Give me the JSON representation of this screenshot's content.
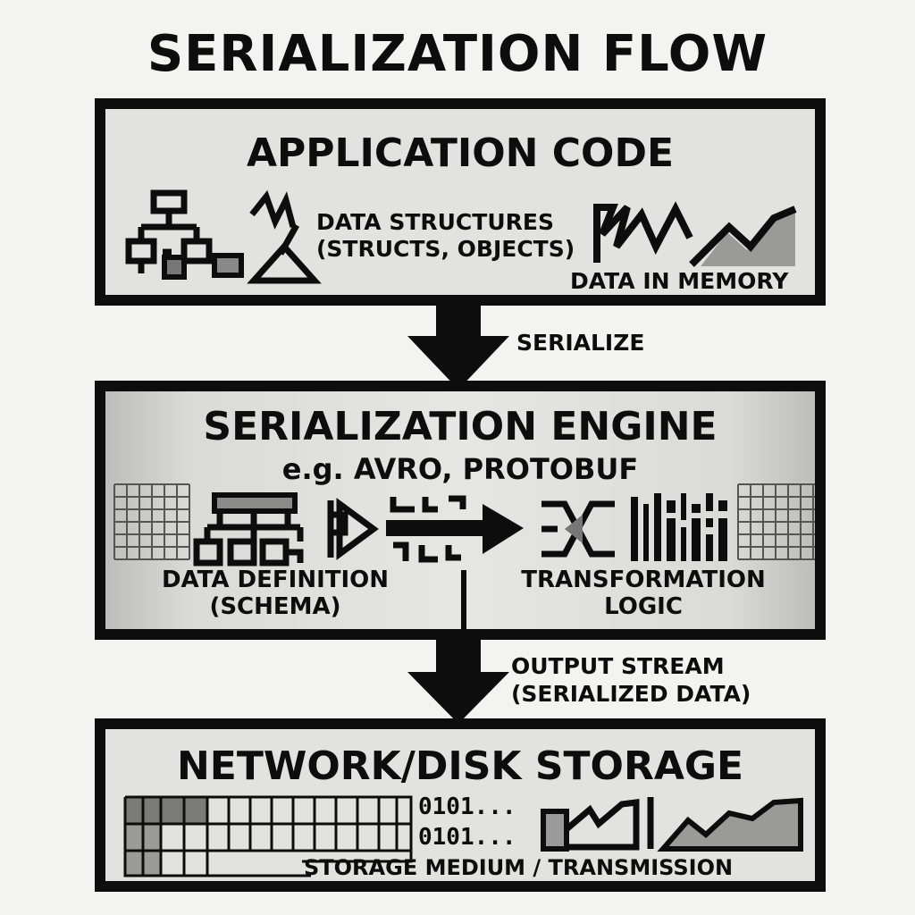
{
  "title": "SERIALIZATION FLOW",
  "app_code": {
    "heading": "APPLICATION CODE",
    "data_structures_line1": "DATA STRUCTURES",
    "data_structures_line2": "(STRUCTS, OBJECTS)",
    "data_in_memory": "DATA IN MEMORY"
  },
  "arrow1": {
    "label": "SERIALIZE"
  },
  "engine": {
    "heading": "SERIALIZATION ENGINE",
    "subheading": "e.g. AVRO, PROTOBUF",
    "data_definition_line1": "DATA DEFINITION",
    "data_definition_line2": "(SCHEMA)",
    "transformation_line1": "TRANSFORMATION",
    "transformation_line2": "LOGIC"
  },
  "arrow2": {
    "label_line1": "OUTPUT STREAM",
    "label_line2": "(SERIALIZED DATA)"
  },
  "storage": {
    "heading": "NETWORK/DISK STORAGE",
    "binary_line1": "0101...",
    "binary_line2": "0101...",
    "medium": "STORAGE MEDIUM / TRANSMISSION"
  }
}
